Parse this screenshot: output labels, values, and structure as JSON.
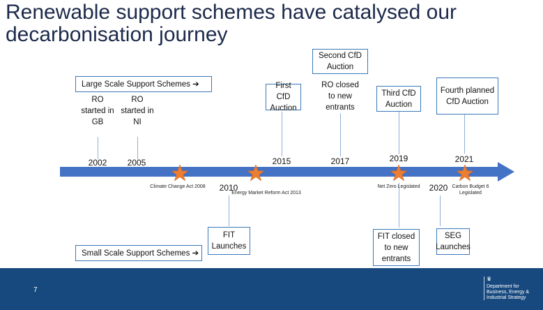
{
  "title": "Renewable support schemes have catalysed our decarbonisation journey",
  "large_scale": "Large Scale Support Schemes ➔",
  "small_scale": "Small Scale Support Schemes ➔",
  "events": {
    "ro_gb": "RO started in GB",
    "ro_ni": "RO started in NI",
    "fit": "FIT Launches",
    "first_cfd": "First CfD Auction",
    "second_cfd": "Second CfD Auction",
    "ro_closed": "RO closed to new entrants",
    "third_cfd": "Third CfD Auction",
    "fit_closed": "FIT closed to new entrants",
    "seg": "SEG Launches",
    "fourth_cfd": "Fourth planned CfD Auction"
  },
  "years": {
    "y2002": "2002",
    "y2005": "2005",
    "y2010": "2010",
    "y2015": "2015",
    "y2017": "2017",
    "y2019": "2019",
    "y2020": "2020",
    "y2021": "2021"
  },
  "milestones": {
    "cca": "Climate Change Act 2008",
    "emr": "Energy Market Reform Act 2013",
    "nz": "Net Zero Legislated",
    "cb6": "Carbon Budget 6 Legislated"
  },
  "footer": {
    "page": "7",
    "org": "Department for Business, Energy & Industrial Strategy"
  },
  "colors": {
    "arrow": "#4472c4",
    "star": "#ed7d31",
    "footer": "#17497f"
  }
}
